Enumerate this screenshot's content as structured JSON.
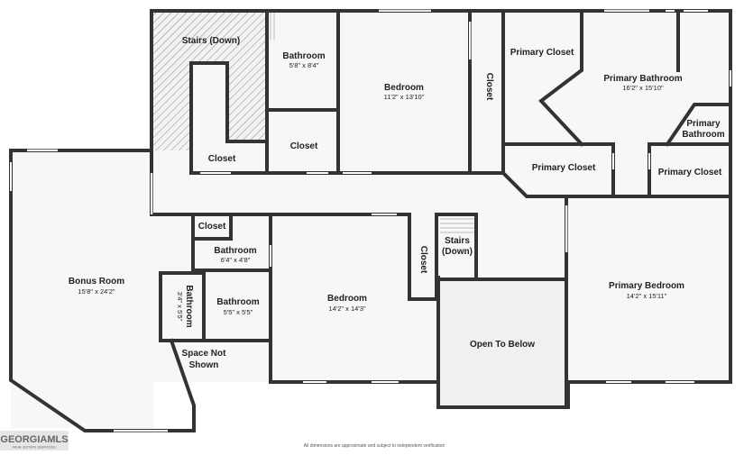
{
  "rooms": {
    "stairs_down_top": {
      "name": "Stairs (Down)"
    },
    "bathroom_1": {
      "name": "Bathroom",
      "dims": "5'8\" x 8'4\""
    },
    "bedroom_1": {
      "name": "Bedroom",
      "dims": "11'2\" x 13'10\""
    },
    "closet_bed1": {
      "name": "Closet"
    },
    "closet_hall_left": {
      "name": "Closet"
    },
    "closet_hall_mid": {
      "name": "Closet"
    },
    "primary_closet_top": {
      "name": "Primary Closet"
    },
    "primary_bathroom": {
      "name": "Primary Bathroom",
      "dims": "16'2\" x 15'10\""
    },
    "primary_bathroom_small_1": {
      "name": "Primary"
    },
    "primary_bathroom_small_2": {
      "name": "Bathroom"
    },
    "primary_closet_mid": {
      "name": "Primary Closet"
    },
    "primary_closet_right": {
      "name": "Primary Closet"
    },
    "bonus_room": {
      "name": "Bonus Room",
      "dims": "15'8\" x 24'2\""
    },
    "closet_small": {
      "name": "Closet"
    },
    "bathroom_2": {
      "name": "Bathroom",
      "dims": "6'4\" x 4'8\""
    },
    "bathroom_3": {
      "name": "Bathroom",
      "dims": "5'5\" x 5'5\""
    },
    "bathroom_4": {
      "name": "Bathroom",
      "dims": "3'4\" x 5'5\""
    },
    "bedroom_2": {
      "name": "Bedroom",
      "dims": "14'2\" x 14'3\""
    },
    "closet_bed2": {
      "name": "Closet"
    },
    "stairs_down_mid_1": {
      "name": "Stairs"
    },
    "stairs_down_mid_2": {
      "name": "(Down)"
    },
    "open_to_below": {
      "name": "Open To Below"
    },
    "primary_bedroom": {
      "name": "Primary Bedroom",
      "dims": "14'2\" x 15'11\""
    },
    "space_not_shown_1": {
      "name": "Space Not"
    },
    "space_not_shown_2": {
      "name": "Shown"
    }
  },
  "logo": {
    "brand": "GEORGIAMLS",
    "tagline": "REAL ESTATE SERVICES"
  },
  "disclaimer": "All dimensions are approximate and subject to independent verification",
  "colors": {
    "wall": "#333333",
    "background": "#ffffff",
    "open_to_below": "#f0f0f0",
    "floor": "#f7f7f7",
    "hatch": "#888888"
  }
}
